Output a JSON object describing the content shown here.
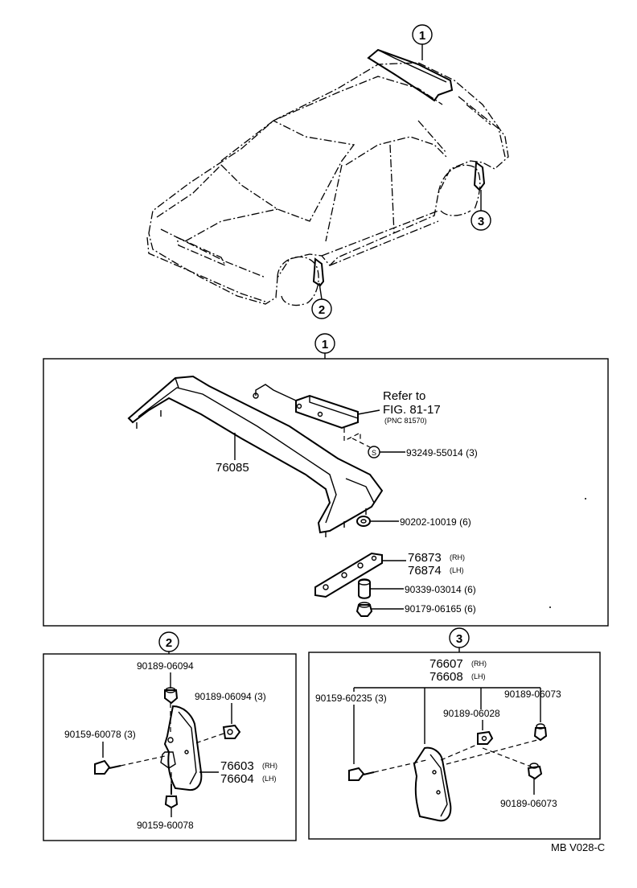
{
  "callouts": {
    "c1": "1",
    "c2": "2",
    "c3": "3"
  },
  "section1": {
    "refer_to": "Refer to",
    "fig": "FIG. 81-17",
    "pnc": "(PNC 81570)",
    "s_mark": "S",
    "spoiler": "76085",
    "screw": "93249-55014 (3)",
    "nut": "90202-10019 (6)",
    "bracket_rh": "76873",
    "bracket_rh_side": "(RH)",
    "bracket_lh": "76874",
    "bracket_lh_side": "(LH)",
    "spacer": "90339-03014 (6)",
    "nut2": "90179-06165 (6)"
  },
  "section2": {
    "clip_top": "90189-06094",
    "clip_right": "90189-06094 (3)",
    "screw_left": "90159-60078 (3)",
    "flap_rh": "76603",
    "flap_rh_side": "(RH)",
    "flap_lh": "76604",
    "flap_lh_side": "(LH)",
    "screw_bottom": "90159-60078"
  },
  "section3": {
    "flap_rh": "76607",
    "flap_rh_side": "(RH)",
    "flap_lh": "76608",
    "flap_lh_side": "(LH)",
    "screw_left": "90159-60235 (3)",
    "clip_mid": "90189-06028",
    "clip_right_top": "90189-06073",
    "clip_bottom": "90189-06073"
  },
  "footer_code": "MB V028-C"
}
